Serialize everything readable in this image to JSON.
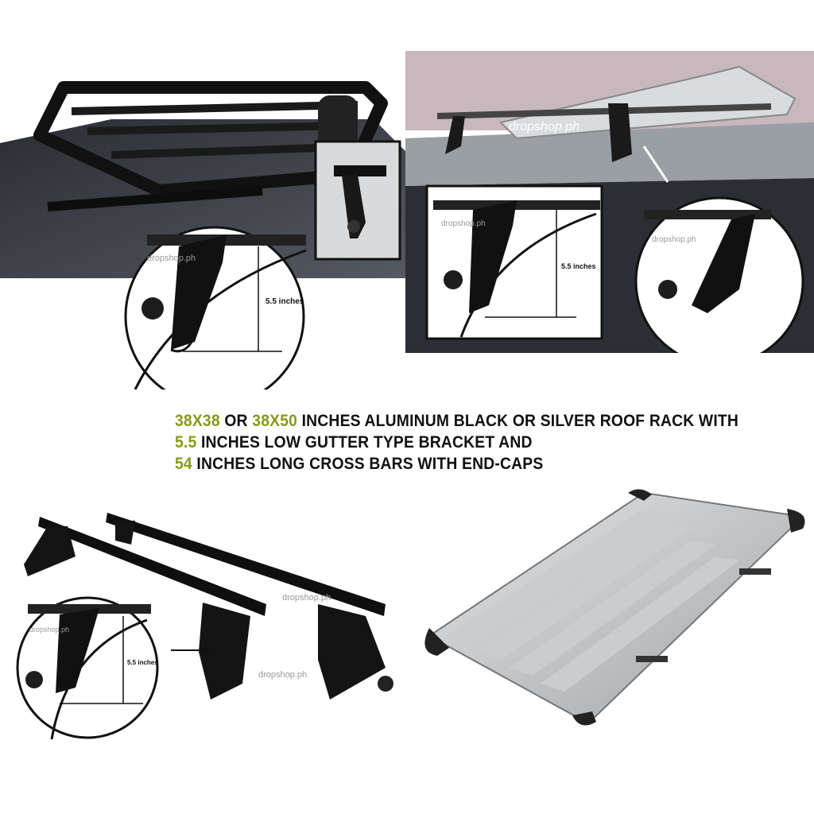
{
  "headline": {
    "line1": {
      "size_a": "38X38",
      "or1": " OR ",
      "size_b": "38X50",
      "rest": " INCHES ALUMINUM BLACK OR SILVER ROOF RACK WITH"
    },
    "line2": {
      "value": "5.5",
      "rest": " INCHES LOW GUTTER TYPE BRACKET AND"
    },
    "line3": {
      "value": "54",
      "rest": " INCHES LONG CROSS BARS WITH END-CAPS"
    }
  },
  "watermark": "dropshop.ph",
  "measurement_label": "5.5 inches",
  "colors": {
    "accent": "#8a9a1c",
    "text": "#111111"
  }
}
